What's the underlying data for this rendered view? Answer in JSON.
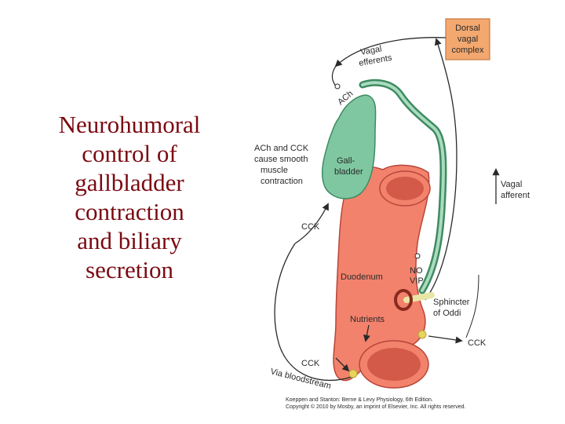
{
  "slide": {
    "title": "Neurohumoral\ncontrol of\ngallbladder\ncontraction\nand biliary\nsecretion"
  },
  "diagram": {
    "labels": {
      "dorsal_vagal_complex": [
        "Dorsal",
        "vagal",
        "complex"
      ],
      "vagal_efferents": [
        "Vagal",
        "efferents"
      ],
      "vagal_afferent": [
        "Vagal",
        "afferent"
      ],
      "ach": "ACh",
      "ach_cck_note": [
        "ACh and CCK",
        "cause smooth",
        "muscle",
        "contraction"
      ],
      "gallbladder": [
        "Gall-",
        "bladder"
      ],
      "cck_upper": "CCK",
      "no_vip": [
        "NO",
        "VIP"
      ],
      "duodenum": "Duodenum",
      "sphincter": [
        "Sphincter",
        "of Oddi"
      ],
      "nutrients": "Nutrients",
      "cck_right": "CCK",
      "cck_lower": "CCK",
      "via_bloodstream": "Via bloodstream"
    },
    "credit": [
      "Koeppen and Stanton: Berne & Levy Physiology, 6th Edition.",
      "Copyright © 2010 by Mosby, an imprint of Elsevier, Inc. All rights reserved."
    ],
    "colors": {
      "gallbladder_fill": "#7fc7a0",
      "gallbladder_stroke": "#3f8a62",
      "duodenum_fill": "#f2826c",
      "duodenum_dark": "#d35a48",
      "duodenum_stroke": "#b8463a",
      "box_fill": "#f3a86f",
      "box_stroke": "#c7783e",
      "sphincter": "#8a2a1e",
      "cck_dot": "#e8d45a"
    }
  }
}
